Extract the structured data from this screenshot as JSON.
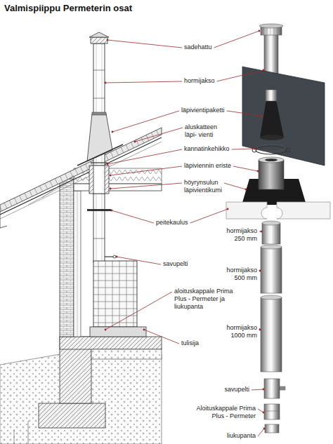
{
  "diagram": {
    "title": "Valmispiippu Permeterin osat",
    "labels": [
      "sadehattu",
      "hormijakso",
      "läpivientipaketti",
      "aluskatteen läpi- vienti",
      "kannatinkehikko",
      "läpiviennin eriste",
      "höyrynsulun läpivientikumi",
      "peitekaulus",
      "hormijakso 250 mm",
      "savupelti",
      "hormijakso 500 mm",
      "aloituskappale Prima Plus - Permeter ja liukupanta",
      "hormijakso 1000 mm",
      "tulisija",
      "savupelti",
      "Aloituskappale Prima Plus - Permeter",
      "liukupanta"
    ]
  }
}
